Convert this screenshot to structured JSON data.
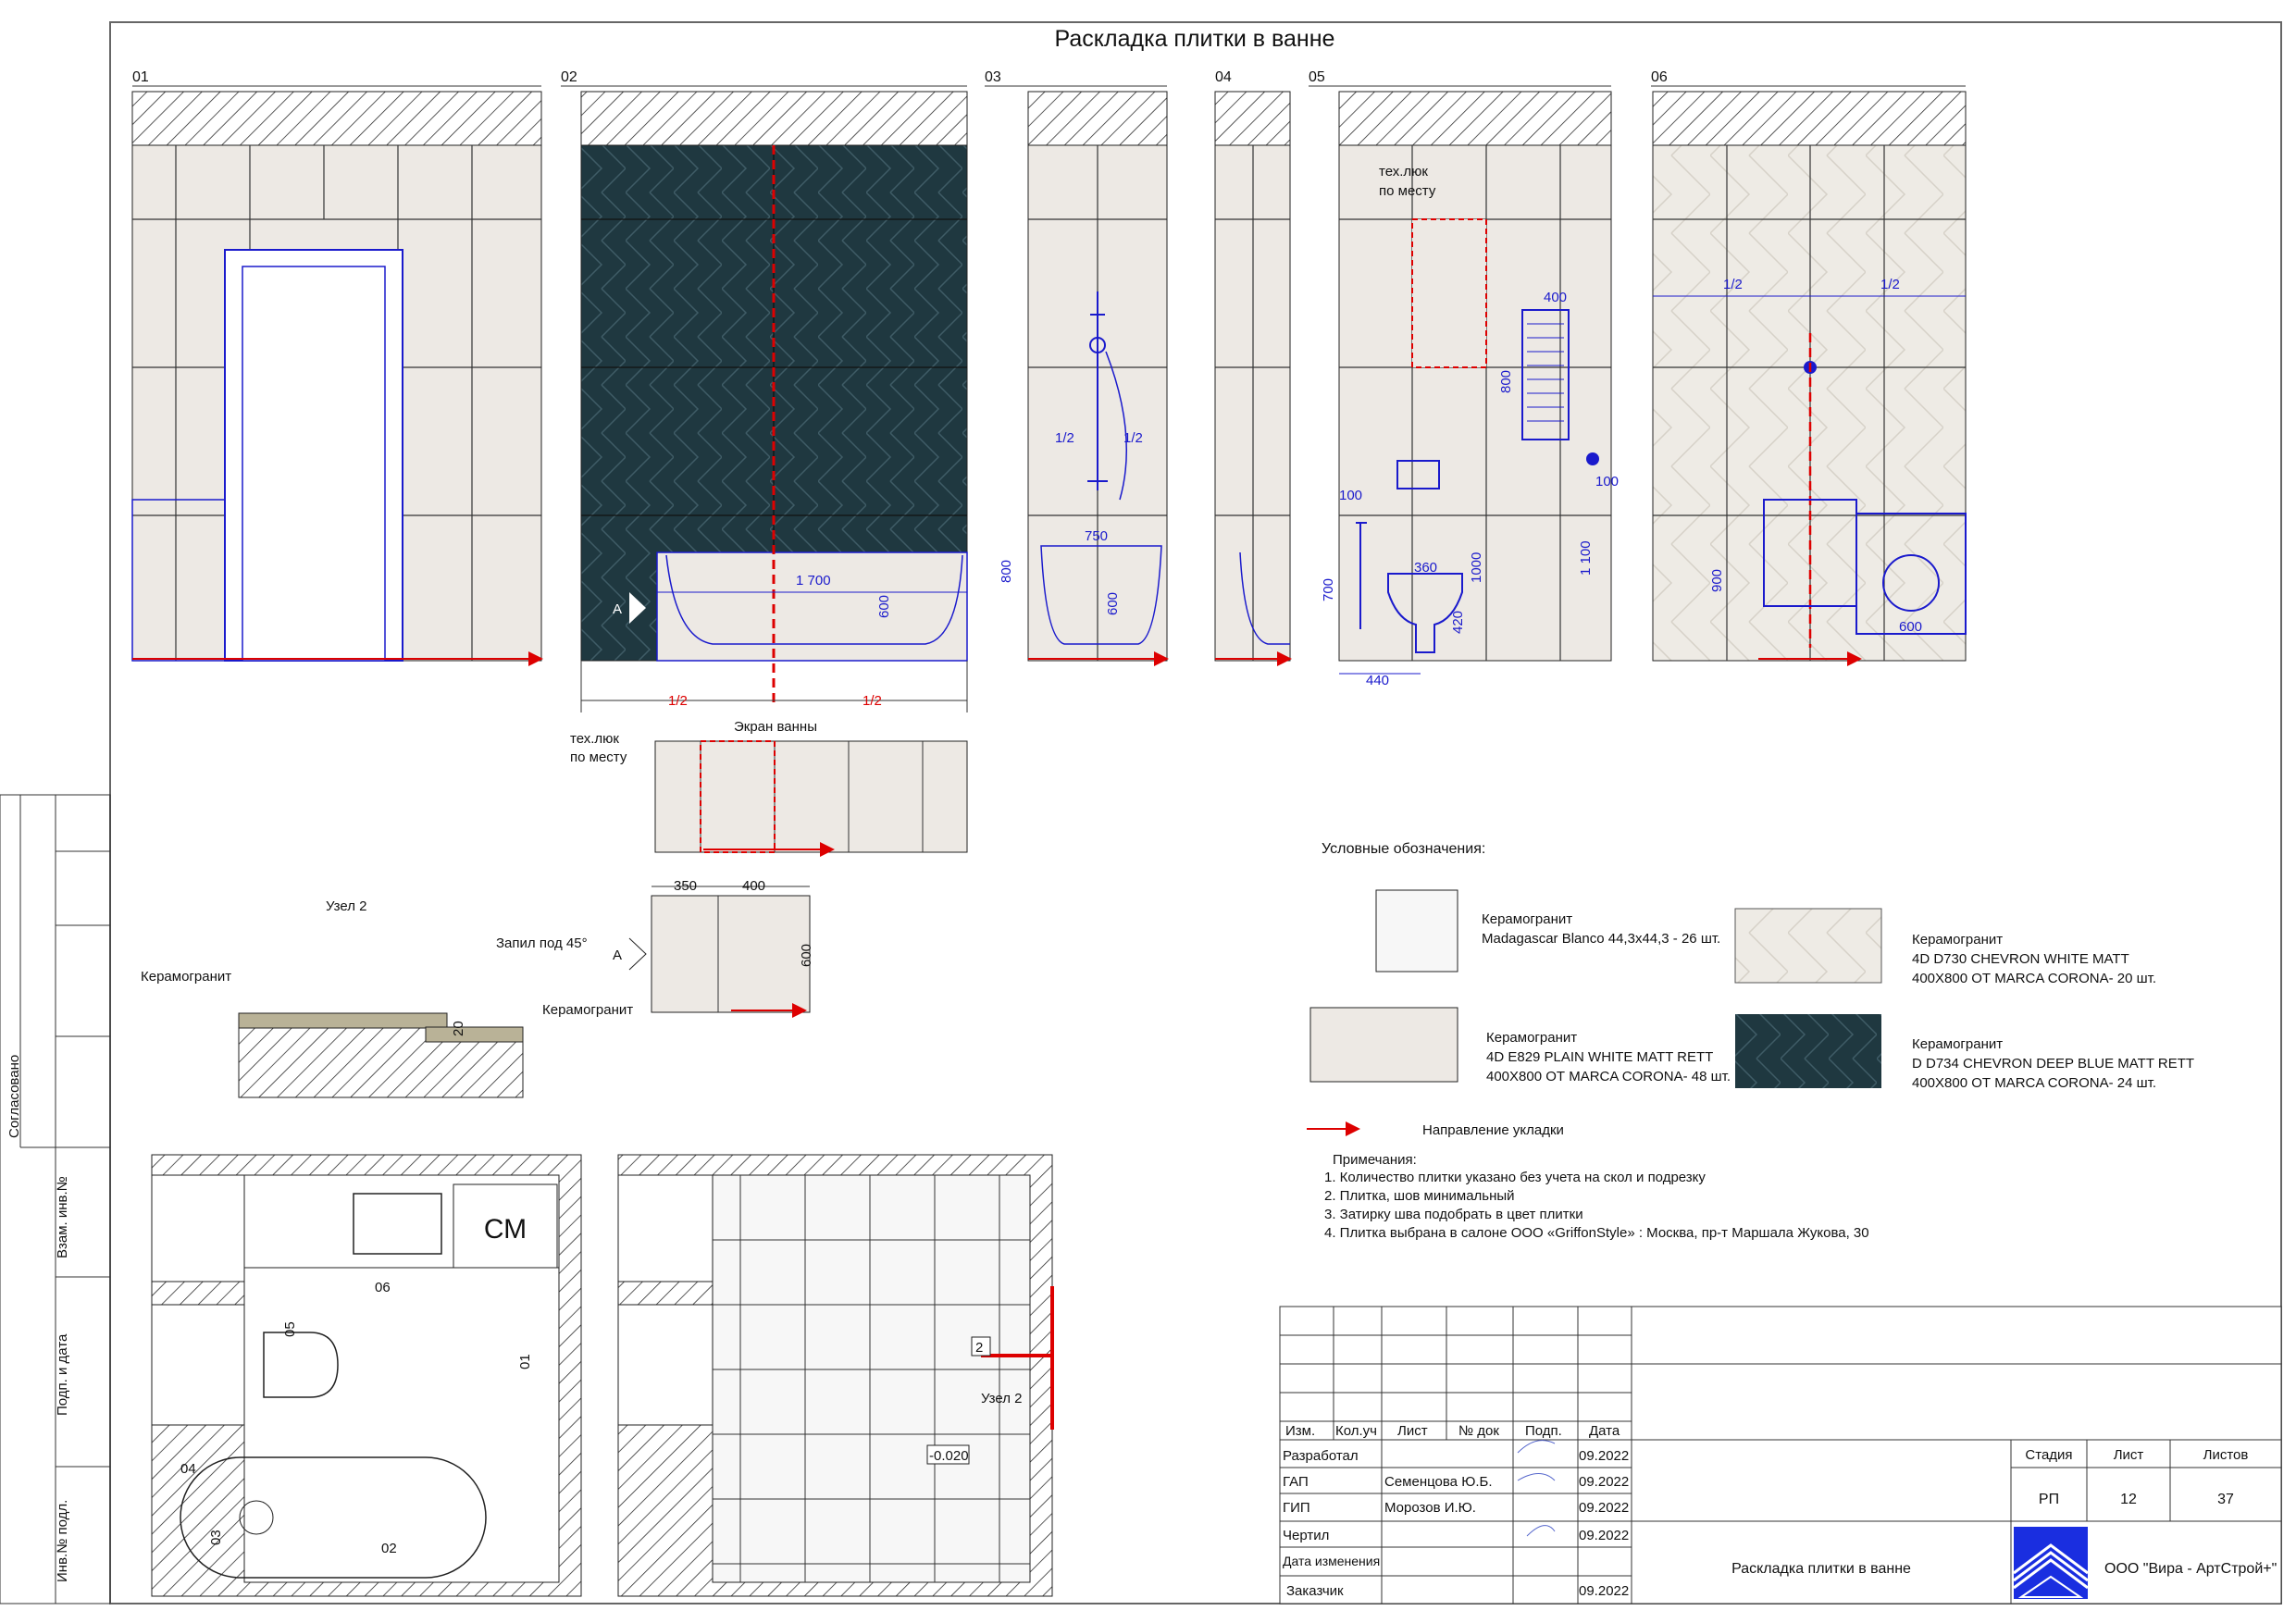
{
  "title": "Раскладка плитки в ванне",
  "views": [
    {
      "label": "01"
    },
    {
      "label": "02"
    },
    {
      "label": "03"
    },
    {
      "label": "04"
    },
    {
      "label": "05"
    },
    {
      "label": "06"
    }
  ],
  "annotations": {
    "v02_width": "1 700",
    "v02_height": "600",
    "half": "1/2",
    "mark_a": "A",
    "v03_750": "750",
    "v03_800": "800",
    "v03_600": "600",
    "v05_hatch_note_1": "тех.люк",
    "v05_hatch_note_2": "по месту",
    "v05_400": "400",
    "v05_800": "800",
    "v05_100a": "100",
    "v05_100b": "100",
    "v05_700": "700",
    "v05_360": "360",
    "v05_1000": "1000",
    "v05_420": "420",
    "v05_1100": "1 100",
    "v05_440": "440",
    "v06_900": "900",
    "v06_600": "600"
  },
  "screen": {
    "title": "Экран ванны",
    "note_1": "тех.люк",
    "note_2": "по месту"
  },
  "detail_a": {
    "dim_350": "350",
    "dim_400": "400",
    "dim_600": "600",
    "mark": "A"
  },
  "node2": {
    "title": "Узел 2",
    "cut": "Запил под 45°",
    "material_left": "Керамогранит",
    "material_right": "Керамогранит",
    "dim_20": "20"
  },
  "plan": {
    "cm": "СМ",
    "v06": "06",
    "v05": "05",
    "v01": "01",
    "v04": "04",
    "v03": "03",
    "v02": "02",
    "level": "-0.020",
    "node_ref": "Узел 2",
    "node_num": "2"
  },
  "legend": {
    "title": "Условные обозначения:",
    "items": [
      {
        "line1": "Керамогранит",
        "line2": "Madagascar Blanco 44,3x44,3 - 26 шт.",
        "line3": "",
        "color": "#f7f7f7"
      },
      {
        "line1": "Керамогранит",
        "line2": "4D D730 CHEVRON WHITE MATT",
        "line3": "400X800 ОТ MARCA CORONA- 20 шт.",
        "color": "#eeebe5"
      },
      {
        "line1": "Керамогранит",
        "line2": "4D E829 PLAIN WHITE MATT RETT",
        "line3": "400X800 ОТ MARCA CORONA- 48 шт.",
        "color": "#ede9e4"
      },
      {
        "line1": "Керамогранит",
        "line2": "D D734 CHEVRON DEEP BLUE MATT RETT",
        "line3": "400X800 ОТ MARCA CORONA- 24 шт.",
        "color": "#1f3840"
      }
    ],
    "direction": "Направление укладки"
  },
  "notes": {
    "title": "Примечания:",
    "items": [
      "1. Количество плитки указано без учета на скол и подрезку",
      "2. Плитка, шов минимальный",
      "3. Затирку шва подобрать в цвет плитки",
      "4. Плитка выбрана в салоне ООО «GriffonStyle» : Москва, пр-т Маршала Жукова, 30"
    ]
  },
  "stamp": {
    "agreed": "Согласовано",
    "inv_replace": "Взам. инв.№",
    "sign_date": "Подп. и дата",
    "inv_orig": "Инв.№ подл."
  },
  "title_block": {
    "headers": [
      "Изм.",
      "Кол.уч",
      "Лист",
      "№ док",
      "Подп.",
      "Дата"
    ],
    "rows": [
      {
        "role": "Разработал",
        "name": "",
        "date": "09.2022"
      },
      {
        "role": "ГАП",
        "name": "Семенцова Ю.Б.",
        "date": "09.2022"
      },
      {
        "role": "ГИП",
        "name": "Морозов И.Ю.",
        "date": "09.2022"
      },
      {
        "role": "Чертил",
        "name": "",
        "date": "09.2022"
      },
      {
        "role": "Дата изменения",
        "name": "",
        "date": ""
      },
      {
        "role": "Заказчик",
        "name": "",
        "date": "09.2022"
      }
    ],
    "sheet_title": "Раскладка плитки в ванне",
    "stage_label": "Стадия",
    "sheet_label": "Лист",
    "sheets_label": "Листов",
    "stage": "РП",
    "sheet": "12",
    "sheets": "37",
    "company": "ООО \"Вира - АртСтрой+\"",
    "accent": "#1a2ee0"
  }
}
